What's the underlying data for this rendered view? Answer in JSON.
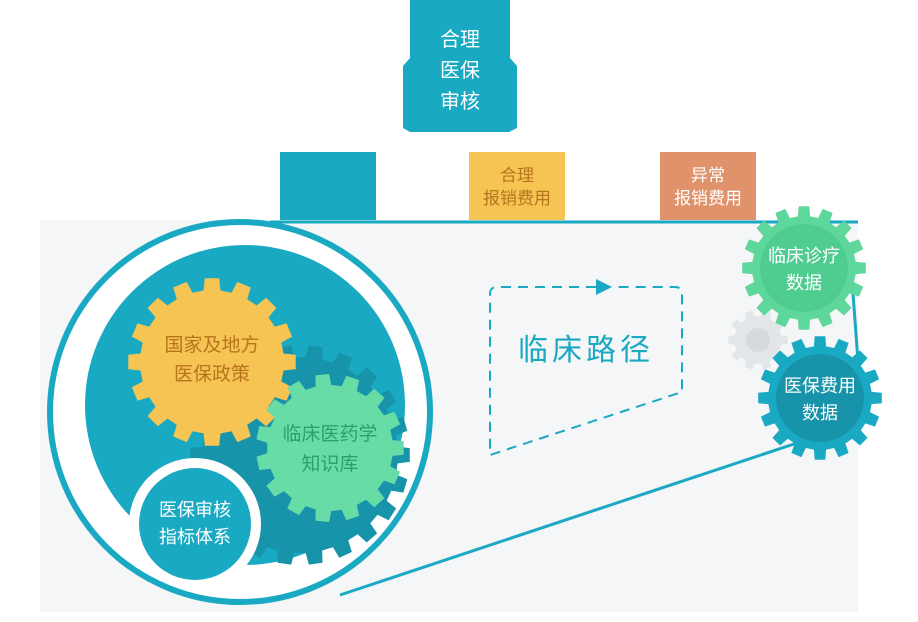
{
  "top_box": {
    "line1": "合理",
    "line2": "医保",
    "line3": "审核"
  },
  "status_boxes": [
    {
      "line1": "",
      "line2": "",
      "color": "#1aa9c3"
    },
    {
      "line1": "合理",
      "line2": "报销费用",
      "color": "#f6c453"
    },
    {
      "line1": "异常",
      "line2": "报销费用",
      "color": "#e0936b"
    }
  ],
  "gears": {
    "policy": {
      "line1": "国家及地方",
      "line2": "医保政策",
      "color": "#f6c453"
    },
    "knowledge": {
      "line1": "临床医药学",
      "line2": "知识库",
      "color": "#68dca7"
    },
    "indicator": {
      "line1": "医保审核",
      "line2": "指标体系"
    },
    "clinical_data": {
      "line1": "临床诊疗",
      "line2": "数据",
      "color": "#5ed79c"
    },
    "cost_data": {
      "line1": "医保费用",
      "line2": "数据",
      "color": "#1aa9c3"
    }
  },
  "pathway_label": "临床路径",
  "colors": {
    "teal": "#1aa9c3",
    "teal_dark": "#1793aa",
    "yellow": "#f6c453",
    "orange": "#e0936b",
    "green": "#5ed79c",
    "panel": "#f5f6f7",
    "grey_gear": "#e3e6e8"
  }
}
